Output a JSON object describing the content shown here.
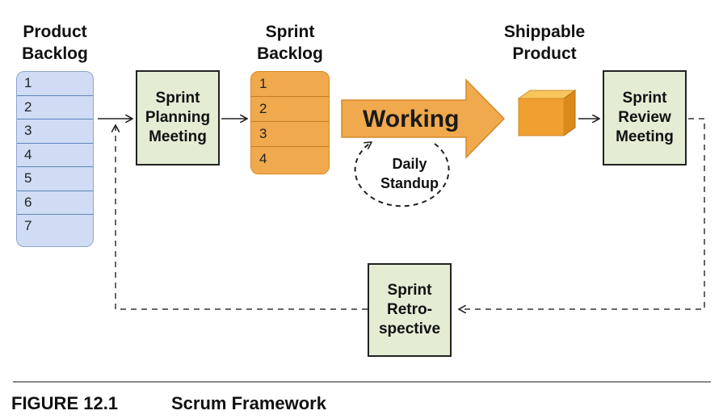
{
  "headings": {
    "product_backlog": [
      "Product",
      "Backlog"
    ],
    "sprint_backlog": [
      "Sprint",
      "Backlog"
    ],
    "shippable_product": [
      "Shippable",
      "Product"
    ]
  },
  "product_backlog_items": [
    "1",
    "2",
    "3",
    "4",
    "5",
    "6",
    "7"
  ],
  "sprint_backlog_items": [
    "1",
    "2",
    "3",
    "4"
  ],
  "boxes": {
    "sprint_planning": [
      "Sprint",
      "Planning",
      "Meeting"
    ],
    "sprint_review": [
      "Sprint",
      "Review",
      "Meeting"
    ],
    "sprint_retrospective": [
      "Sprint",
      "Retro-",
      "spective"
    ]
  },
  "working_label": "Working",
  "daily_standup": [
    "Daily",
    "Standup"
  ],
  "caption": {
    "figure_number": "FIGURE 12.1",
    "title": "Scrum Framework"
  },
  "colors": {
    "product_backlog_fill": "#cfdcf3",
    "sprint_backlog_fill": "#f0a94c",
    "box_fill": "#e4ecd4",
    "arrow_fill": "#f0a94c"
  }
}
